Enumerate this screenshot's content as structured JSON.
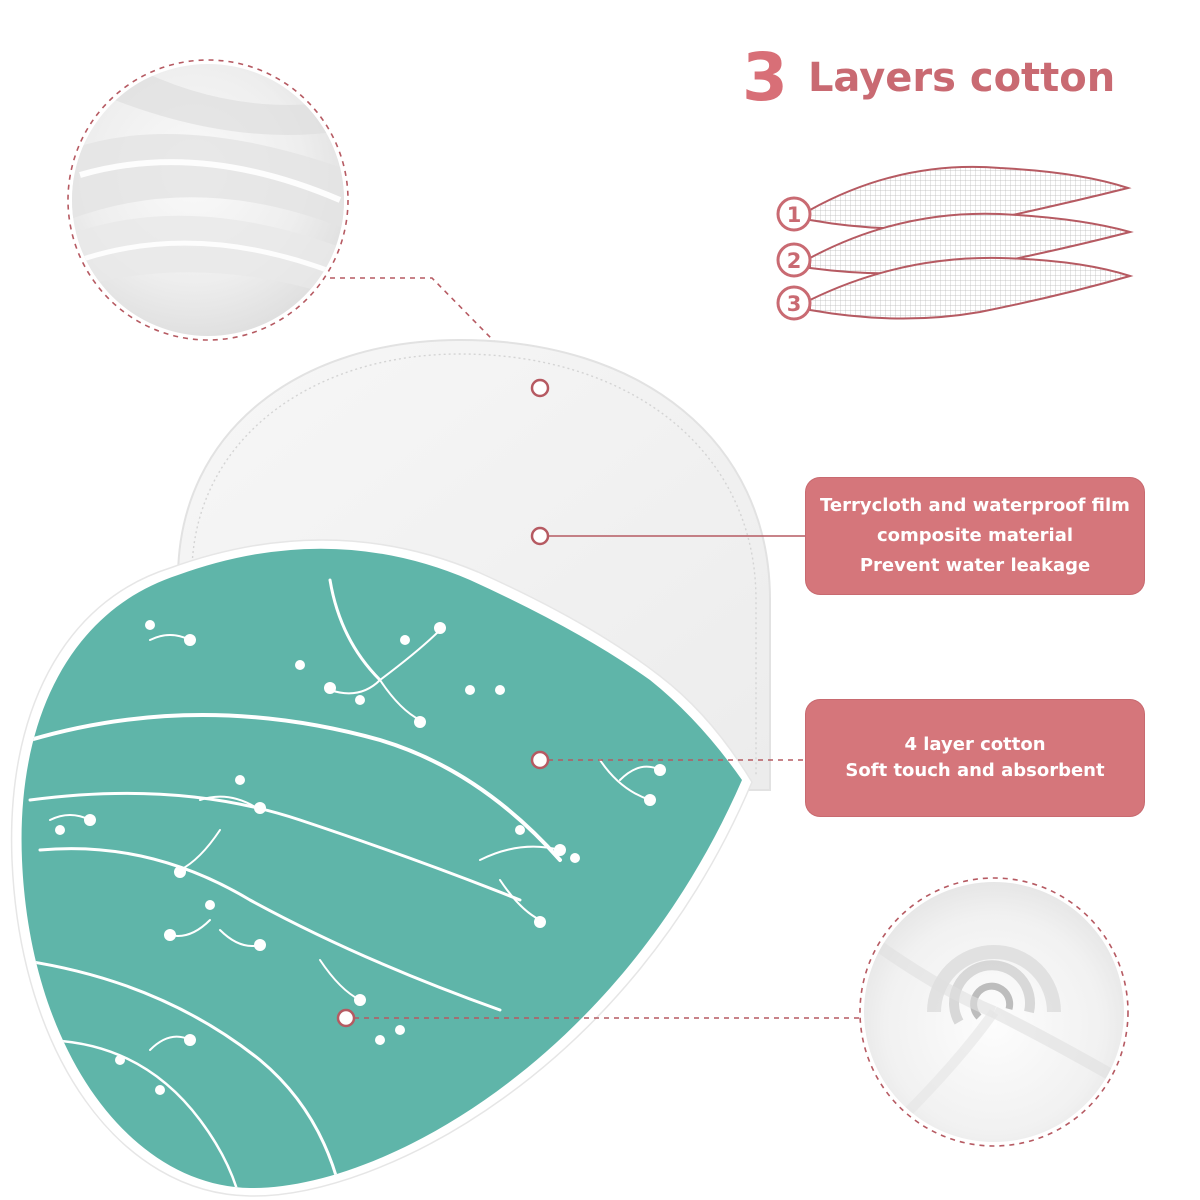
{
  "heading": {
    "number": "3",
    "text": "Layers cotton"
  },
  "layers": {
    "labels": [
      "1",
      "2",
      "3"
    ]
  },
  "callouts": {
    "terrycloth": {
      "line1": "Terrycloth and waterproof film",
      "line2": "composite material",
      "line3": "Prevent water leakage"
    },
    "cotton": {
      "line1": "4 layer cotton",
      "line2": "Soft touch and absorbent"
    }
  },
  "colors": {
    "accent": "#d5767b",
    "teal": "#5fb5a9",
    "dashed_line": "#b65a62",
    "fabric_white": "#f4f4f4"
  },
  "icons": {
    "marker": "ring-dot-icon"
  }
}
